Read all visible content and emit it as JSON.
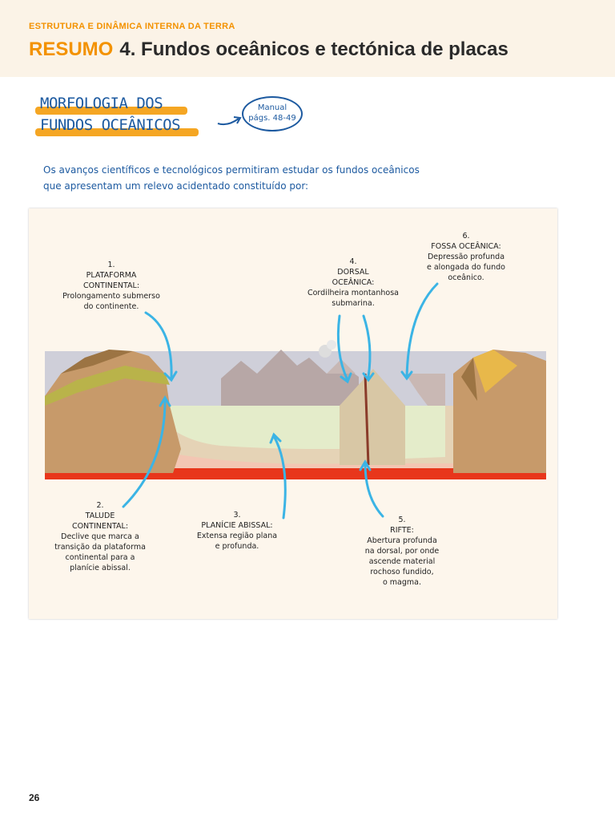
{
  "header": {
    "breadcrumb": "ESTRUTURA E DINÂMICA INTERNA DA TERRA",
    "label": "RESUMO",
    "title": "4. Fundos oceânicos e tectónica de placas"
  },
  "section": {
    "title_line1": "MORFOLOGIA DOS",
    "title_line2": "FUNDOS OCEÂNICOS",
    "manual_line1": "Manual",
    "manual_line2": "págs. 48-49"
  },
  "intro": {
    "line1": "Os avanços científicos e tecnológicos permitiram estudar os fundos oceânicos",
    "line2": "que apresentam um relevo acidentado constituído por:"
  },
  "figure": {
    "labels": [
      {
        "num": "1.",
        "title1": "PLATAFORMA",
        "title2": "CONTINENTAL:",
        "desc": [
          "Prolongamento submerso",
          "do continente."
        ]
      },
      {
        "num": "2.",
        "title1": "TALUDE",
        "title2": "CONTINENTAL:",
        "desc": [
          "Declive que marca a",
          "transição da plataforma",
          "continental para a",
          "planície abissal."
        ]
      },
      {
        "num": "3.",
        "title1": "PLANÍCIE ABISSAL:",
        "title2": "",
        "desc": [
          "Extensa região plana",
          "e profunda."
        ]
      },
      {
        "num": "4.",
        "title1": "DORSAL",
        "title2": "OCEÂNICA:",
        "desc": [
          "Cordilheira montanhosa",
          "submarina."
        ]
      },
      {
        "num": "5.",
        "title1": "RIFTE:",
        "title2": "",
        "desc": [
          "Abertura profunda",
          "na dorsal, por onde",
          "ascende material",
          "rochoso fundido,",
          "o magma."
        ]
      },
      {
        "num": "6.",
        "title1": "FOSSA OCEÂNICA:",
        "title2": "",
        "desc": [
          "Depressão profunda",
          "e alongada do fundo",
          "oceânico."
        ]
      }
    ],
    "colors": {
      "arrow": "#3bb4e5",
      "ocean": "#c9c9d3",
      "crust": "#e3ecc9",
      "magma": "#e8361b"
    }
  },
  "page_number": "26"
}
